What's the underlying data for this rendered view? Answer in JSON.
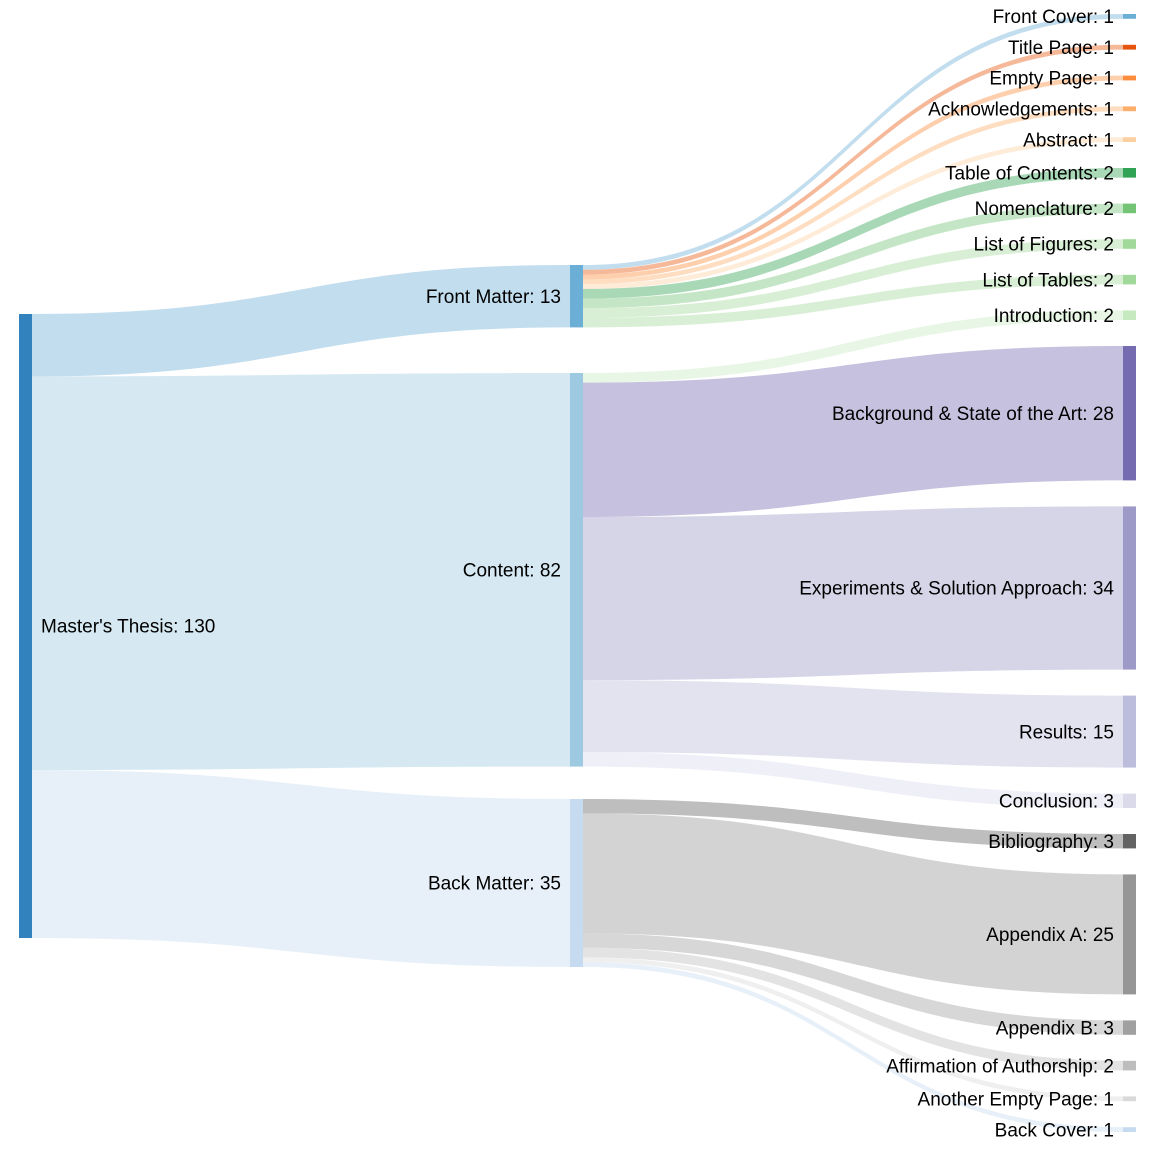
{
  "page": {
    "background_color": "#ffffff",
    "text_color": "#000000"
  },
  "chart_data": {
    "type": "sankey",
    "title": "",
    "unit": "pages",
    "label_format": "{name}: {value}",
    "legend": "none",
    "grid": false,
    "link_opacity": 0.42,
    "nodes": [
      {
        "id": "masters_thesis",
        "name": "Master's Thesis",
        "value": 130,
        "color": "#3182bd",
        "column": 0
      },
      {
        "id": "front_matter",
        "name": "Front Matter",
        "value": 13,
        "color": "#6baed6",
        "column": 1
      },
      {
        "id": "content",
        "name": "Content",
        "value": 82,
        "color": "#9ecae1",
        "column": 1
      },
      {
        "id": "back_matter",
        "name": "Back Matter",
        "value": 35,
        "color": "#c6dbef",
        "column": 1
      },
      {
        "id": "front_cover",
        "name": "Front Cover",
        "value": 1,
        "color": "#6baed6",
        "column": 2
      },
      {
        "id": "title_page",
        "name": "Title Page",
        "value": 1,
        "color": "#e6550d",
        "column": 2
      },
      {
        "id": "empty_page",
        "name": "Empty Page",
        "value": 1,
        "color": "#fd8d3c",
        "column": 2
      },
      {
        "id": "acknowledgements",
        "name": "Acknowledgements",
        "value": 1,
        "color": "#fdae6b",
        "column": 2
      },
      {
        "id": "abstract",
        "name": "Abstract",
        "value": 1,
        "color": "#fdd0a2",
        "column": 2
      },
      {
        "id": "table_of_contents",
        "name": "Table of Contents",
        "value": 2,
        "color": "#31a354",
        "column": 2
      },
      {
        "id": "nomenclature",
        "name": "Nomenclature",
        "value": 2,
        "color": "#74c476",
        "column": 2
      },
      {
        "id": "list_of_figures",
        "name": "List of Figures",
        "value": 2,
        "color": "#a1d99b",
        "column": 2
      },
      {
        "id": "list_of_tables",
        "name": "List of Tables",
        "value": 2,
        "color": "#a1d99b",
        "column": 2
      },
      {
        "id": "introduction",
        "name": "Introduction",
        "value": 2,
        "color": "#c7e9c0",
        "column": 2
      },
      {
        "id": "background",
        "name": "Background & State of the Art",
        "value": 28,
        "color": "#756bb1",
        "column": 2
      },
      {
        "id": "experiments",
        "name": "Experiments & Solution Approach",
        "value": 34,
        "color": "#9e9ac8",
        "column": 2
      },
      {
        "id": "results",
        "name": "Results",
        "value": 15,
        "color": "#bcbddc",
        "column": 2
      },
      {
        "id": "conclusion",
        "name": "Conclusion",
        "value": 3,
        "color": "#dadaeb",
        "column": 2
      },
      {
        "id": "bibliography",
        "name": "Bibliography",
        "value": 3,
        "color": "#636363",
        "column": 2
      },
      {
        "id": "appendix_a",
        "name": "Appendix A",
        "value": 25,
        "color": "#969696",
        "column": 2
      },
      {
        "id": "appendix_b",
        "name": "Appendix B",
        "value": 3,
        "color": "#a0a0a0",
        "column": 2
      },
      {
        "id": "affirmation_of_authorship",
        "name": "Affirmation of Authorship",
        "value": 2,
        "color": "#bdbdbd",
        "column": 2
      },
      {
        "id": "another_empty_page",
        "name": "Another Empty Page",
        "value": 1,
        "color": "#d9d9d9",
        "column": 2
      },
      {
        "id": "back_cover",
        "name": "Back Cover",
        "value": 1,
        "color": "#c6dbef",
        "column": 2
      }
    ],
    "links": [
      {
        "source": "masters_thesis",
        "target": "front_matter",
        "value": 13
      },
      {
        "source": "masters_thesis",
        "target": "content",
        "value": 82
      },
      {
        "source": "masters_thesis",
        "target": "back_matter",
        "value": 35
      },
      {
        "source": "front_matter",
        "target": "front_cover",
        "value": 1
      },
      {
        "source": "front_matter",
        "target": "title_page",
        "value": 1
      },
      {
        "source": "front_matter",
        "target": "empty_page",
        "value": 1
      },
      {
        "source": "front_matter",
        "target": "acknowledgements",
        "value": 1
      },
      {
        "source": "front_matter",
        "target": "abstract",
        "value": 1
      },
      {
        "source": "front_matter",
        "target": "table_of_contents",
        "value": 2
      },
      {
        "source": "front_matter",
        "target": "nomenclature",
        "value": 2
      },
      {
        "source": "front_matter",
        "target": "list_of_figures",
        "value": 2
      },
      {
        "source": "front_matter",
        "target": "list_of_tables",
        "value": 2
      },
      {
        "source": "content",
        "target": "introduction",
        "value": 2
      },
      {
        "source": "content",
        "target": "background",
        "value": 28
      },
      {
        "source": "content",
        "target": "experiments",
        "value": 34
      },
      {
        "source": "content",
        "target": "results",
        "value": 15
      },
      {
        "source": "content",
        "target": "conclusion",
        "value": 3
      },
      {
        "source": "back_matter",
        "target": "bibliography",
        "value": 3
      },
      {
        "source": "back_matter",
        "target": "appendix_a",
        "value": 25
      },
      {
        "source": "back_matter",
        "target": "appendix_b",
        "value": 3
      },
      {
        "source": "back_matter",
        "target": "affirmation_of_authorship",
        "value": 2
      },
      {
        "source": "back_matter",
        "target": "another_empty_page",
        "value": 1
      },
      {
        "source": "back_matter",
        "target": "back_cover",
        "value": 1
      }
    ]
  }
}
